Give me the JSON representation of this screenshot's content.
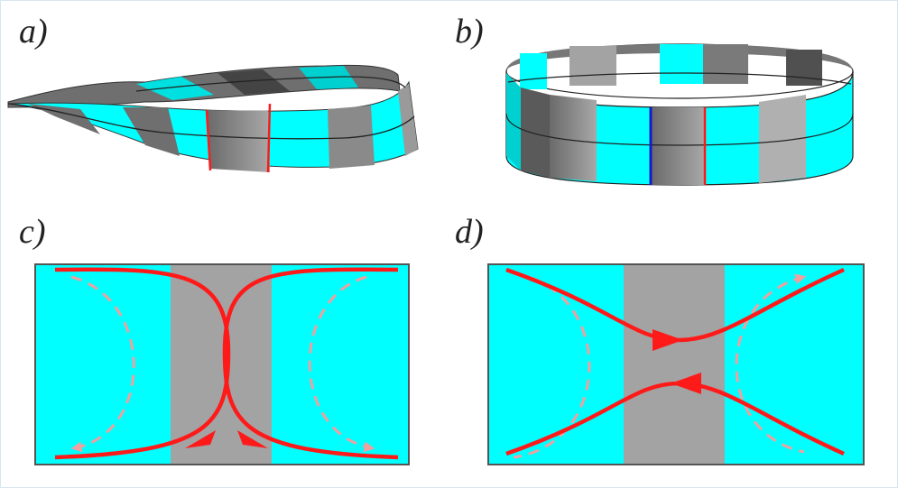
{
  "figure": {
    "panels": [
      {
        "id": "a",
        "label": "a)"
      },
      {
        "id": "b",
        "label": "b)"
      },
      {
        "id": "c",
        "label": "c)"
      },
      {
        "id": "d",
        "label": "d)"
      }
    ]
  },
  "colors": {
    "cyan": "#00ffff",
    "gray": "#a3a3a3",
    "dark_gray": "#6f6f6f",
    "red": "#ff1a1a",
    "pink_dashed": "#f0a0a0",
    "blue": "#1a1acc",
    "outline": "#555555"
  }
}
